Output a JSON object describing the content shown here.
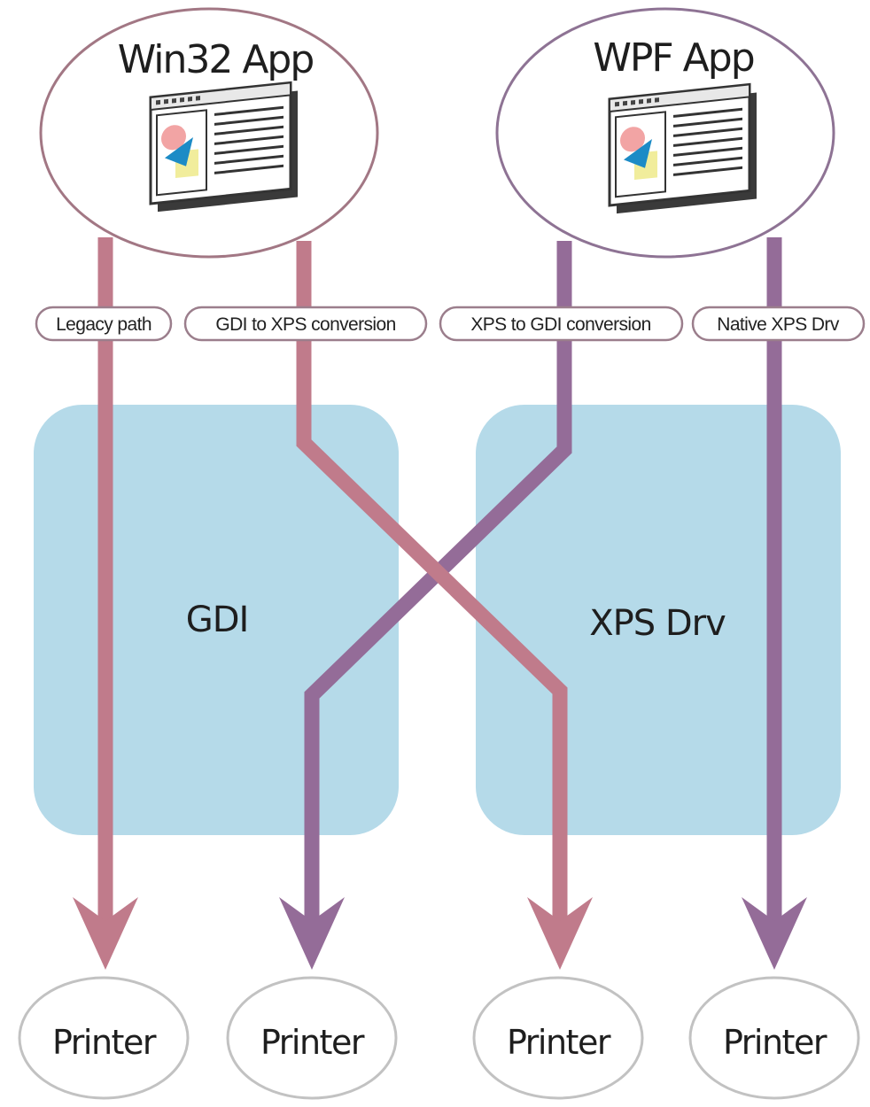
{
  "colors": {
    "win32_path": "#c07b8b",
    "wpf_path": "#946c98",
    "engine_block": "#b5dae9",
    "app_outline_win32": "#a27784",
    "app_outline_wpf": "#8e7394",
    "printer_outline": "#c2c2c2",
    "label_outline": "#9b7e8c"
  },
  "apps": [
    {
      "id": "win32",
      "title": "Win32 App",
      "icon": "application-window-icon"
    },
    {
      "id": "wpf",
      "title": "WPF App",
      "icon": "application-window-icon"
    }
  ],
  "paths": [
    {
      "label": "Legacy path",
      "from": "Win32 App",
      "via": "GDI",
      "color_key": "win32_path"
    },
    {
      "label": "GDI to XPS conversion",
      "from": "Win32 App",
      "via": "XPS Drv",
      "color_key": "win32_path"
    },
    {
      "label": "XPS to GDI conversion",
      "from": "WPF App",
      "via": "GDI",
      "color_key": "wpf_path"
    },
    {
      "label": "Native XPS Drv",
      "from": "WPF App",
      "via": "XPS Drv",
      "color_key": "wpf_path"
    }
  ],
  "blocks": [
    {
      "label": "GDI"
    },
    {
      "label": "XPS Drv"
    }
  ],
  "printers": [
    {
      "label": "Printer"
    },
    {
      "label": "Printer"
    },
    {
      "label": "Printer"
    },
    {
      "label": "Printer"
    }
  ]
}
